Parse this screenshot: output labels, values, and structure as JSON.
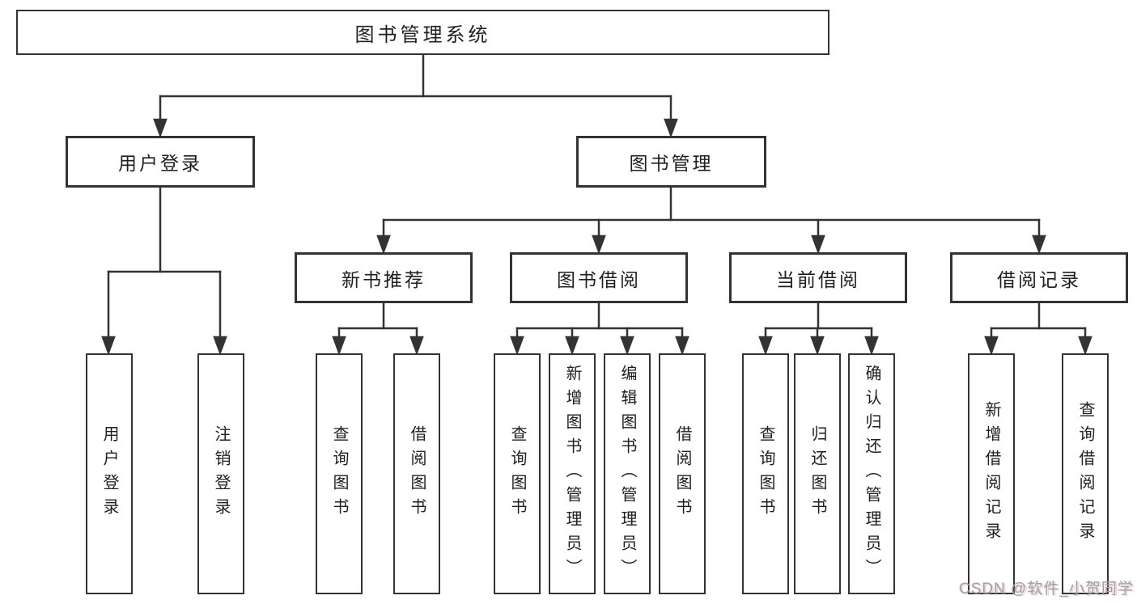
{
  "tree": {
    "label": "图书管理系统",
    "children": [
      {
        "label": "用户登录",
        "children": [
          {
            "label": "用户登录"
          },
          {
            "label": "注销登录"
          }
        ]
      },
      {
        "label": "图书管理",
        "children": [
          {
            "label": "新书推荐",
            "children": [
              {
                "label": "查询图书"
              },
              {
                "label": "借阅图书"
              }
            ]
          },
          {
            "label": "图书借阅",
            "children": [
              {
                "label": "查询图书"
              },
              {
                "label": "新增图书（管理员）"
              },
              {
                "label": "编辑图书（管理员）"
              },
              {
                "label": "借阅图书"
              }
            ]
          },
          {
            "label": "当前借阅",
            "children": [
              {
                "label": "查询图书"
              },
              {
                "label": "归还图书"
              },
              {
                "label": "确认归还（管理员）"
              }
            ]
          },
          {
            "label": "借阅记录",
            "children": [
              {
                "label": "新增借阅记录"
              },
              {
                "label": "查询借阅记录"
              }
            ]
          }
        ]
      }
    ]
  },
  "watermark": {
    "text": "CSDN @软件_小贺同学"
  },
  "colors": {
    "line": "#333333",
    "box_border": "#333333",
    "text": "#1f1f1f",
    "watermark": "#a2a2a6",
    "background": "#ffffff"
  }
}
